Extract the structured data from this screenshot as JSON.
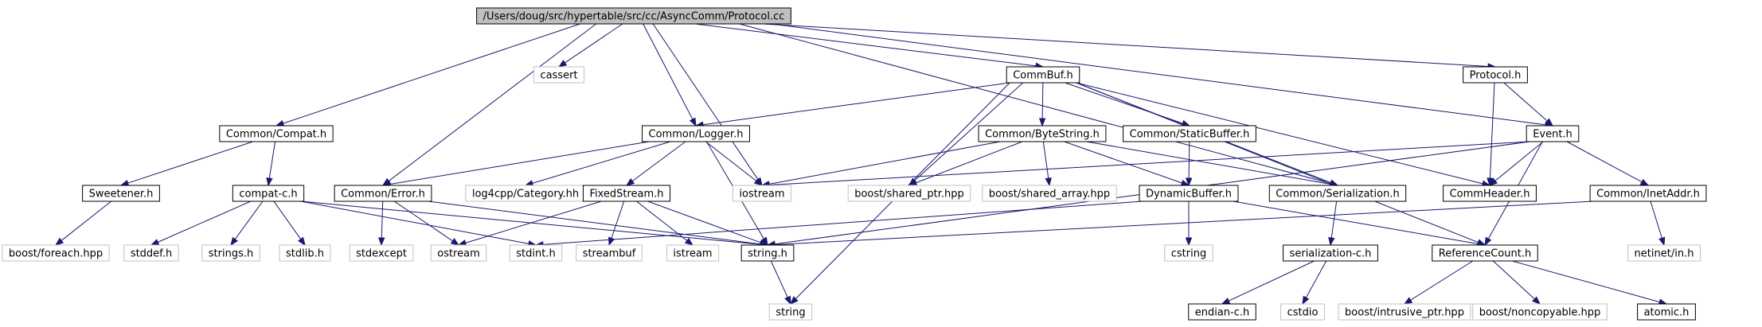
{
  "nodes": [
    {
      "id": "root",
      "label": "/Users/doug/src/hypertable/src/cc/AsyncComm/Protocol.cc",
      "kind": "root"
    },
    {
      "id": "cassert",
      "label": "cassert",
      "kind": "ext"
    },
    {
      "id": "commbuf",
      "label": "CommBuf.h",
      "kind": "doc"
    },
    {
      "id": "protocolh",
      "label": "Protocol.h",
      "kind": "doc"
    },
    {
      "id": "compat",
      "label": "Common/Compat.h",
      "kind": "doc"
    },
    {
      "id": "logger",
      "label": "Common/Logger.h",
      "kind": "doc"
    },
    {
      "id": "bytestring",
      "label": "Common/ByteString.h",
      "kind": "doc"
    },
    {
      "id": "staticbuffer",
      "label": "Common/StaticBuffer.h",
      "kind": "doc"
    },
    {
      "id": "event",
      "label": "Event.h",
      "kind": "doc"
    },
    {
      "id": "sweetener",
      "label": "Sweetener.h",
      "kind": "doc"
    },
    {
      "id": "compatc",
      "label": "compat-c.h",
      "kind": "doc"
    },
    {
      "id": "error",
      "label": "Common/Error.h",
      "kind": "doc"
    },
    {
      "id": "log4cpp",
      "label": "log4cpp/Category.hh",
      "kind": "ext"
    },
    {
      "id": "fixedstream",
      "label": "FixedStream.h",
      "kind": "doc"
    },
    {
      "id": "iostream",
      "label": "iostream",
      "kind": "ext"
    },
    {
      "id": "sharedptr",
      "label": "boost/shared_ptr.hpp",
      "kind": "ext"
    },
    {
      "id": "sharedarray",
      "label": "boost/shared_array.hpp",
      "kind": "ext"
    },
    {
      "id": "dynbuffer",
      "label": "DynamicBuffer.h",
      "kind": "doc"
    },
    {
      "id": "serialization",
      "label": "Common/Serialization.h",
      "kind": "doc"
    },
    {
      "id": "commheader",
      "label": "CommHeader.h",
      "kind": "doc"
    },
    {
      "id": "inetaddr",
      "label": "Common/InetAddr.h",
      "kind": "doc"
    },
    {
      "id": "foreach",
      "label": "boost/foreach.hpp",
      "kind": "ext"
    },
    {
      "id": "stddef",
      "label": "stddef.h",
      "kind": "ext"
    },
    {
      "id": "stringsh",
      "label": "strings.h",
      "kind": "ext"
    },
    {
      "id": "stdlib",
      "label": "stdlib.h",
      "kind": "ext"
    },
    {
      "id": "stdexcept",
      "label": "stdexcept",
      "kind": "ext"
    },
    {
      "id": "ostream",
      "label": "ostream",
      "kind": "ext"
    },
    {
      "id": "stdint",
      "label": "stdint.h",
      "kind": "ext"
    },
    {
      "id": "streambuf",
      "label": "streambuf",
      "kind": "ext"
    },
    {
      "id": "istream",
      "label": "istream",
      "kind": "ext"
    },
    {
      "id": "stringh",
      "label": "string.h",
      "kind": "doc"
    },
    {
      "id": "cstring",
      "label": "cstring",
      "kind": "ext"
    },
    {
      "id": "serializationc",
      "label": "serialization-c.h",
      "kind": "doc"
    },
    {
      "id": "refcount",
      "label": "ReferenceCount.h",
      "kind": "doc"
    },
    {
      "id": "netinet",
      "label": "netinet/in.h",
      "kind": "ext"
    },
    {
      "id": "string",
      "label": "string",
      "kind": "ext"
    },
    {
      "id": "endianc",
      "label": "endian-c.h",
      "kind": "doc"
    },
    {
      "id": "cstdio",
      "label": "cstdio",
      "kind": "ext"
    },
    {
      "id": "intrusive",
      "label": "boost/intrusive_ptr.hpp",
      "kind": "ext"
    },
    {
      "id": "noncopyable",
      "label": "boost/noncopyable.hpp",
      "kind": "ext"
    },
    {
      "id": "atomic",
      "label": "atomic.h",
      "kind": "doc"
    }
  ],
  "edges": [
    [
      "root",
      "cassert"
    ],
    [
      "root",
      "commbuf"
    ],
    [
      "root",
      "protocolh"
    ],
    [
      "root",
      "compat"
    ],
    [
      "root",
      "logger"
    ],
    [
      "root",
      "error"
    ],
    [
      "root",
      "iostream"
    ],
    [
      "root",
      "serialization"
    ],
    [
      "root",
      "event"
    ],
    [
      "commbuf",
      "logger"
    ],
    [
      "commbuf",
      "bytestring"
    ],
    [
      "commbuf",
      "staticbuffer"
    ],
    [
      "commbuf",
      "sharedptr"
    ],
    [
      "commbuf",
      "serialization"
    ],
    [
      "commbuf",
      "commheader"
    ],
    [
      "commbuf",
      "refcount"
    ],
    [
      "commbuf",
      "string"
    ],
    [
      "protocolh",
      "event"
    ],
    [
      "protocolh",
      "commheader"
    ],
    [
      "compat",
      "sweetener"
    ],
    [
      "compat",
      "compatc"
    ],
    [
      "logger",
      "error"
    ],
    [
      "logger",
      "log4cpp"
    ],
    [
      "logger",
      "fixedstream"
    ],
    [
      "logger",
      "iostream"
    ],
    [
      "logger",
      "stringh"
    ],
    [
      "bytestring",
      "iostream"
    ],
    [
      "bytestring",
      "sharedptr"
    ],
    [
      "bytestring",
      "sharedarray"
    ],
    [
      "bytestring",
      "dynbuffer"
    ],
    [
      "bytestring",
      "serialization"
    ],
    [
      "staticbuffer",
      "dynbuffer"
    ],
    [
      "event",
      "iostream"
    ],
    [
      "event",
      "commheader"
    ],
    [
      "event",
      "inetaddr"
    ],
    [
      "event",
      "stringh"
    ],
    [
      "event",
      "refcount"
    ],
    [
      "sweetener",
      "foreach"
    ],
    [
      "compatc",
      "stddef"
    ],
    [
      "compatc",
      "stringsh"
    ],
    [
      "compatc",
      "stdlib"
    ],
    [
      "compatc",
      "stdint"
    ],
    [
      "compatc",
      "stringh"
    ],
    [
      "error",
      "stdexcept"
    ],
    [
      "error",
      "ostream"
    ],
    [
      "error",
      "stringh"
    ],
    [
      "fixedstream",
      "ostream"
    ],
    [
      "fixedstream",
      "streambuf"
    ],
    [
      "fixedstream",
      "istream"
    ],
    [
      "fixedstream",
      "stringh"
    ],
    [
      "dynbuffer",
      "stdint"
    ],
    [
      "dynbuffer",
      "cstring"
    ],
    [
      "dynbuffer",
      "refcount"
    ],
    [
      "serialization",
      "serializationc"
    ],
    [
      "inetaddr",
      "stringh"
    ],
    [
      "inetaddr",
      "netinet"
    ],
    [
      "stringh",
      "string"
    ],
    [
      "serializationc",
      "endianc"
    ],
    [
      "serializationc",
      "cstdio"
    ],
    [
      "refcount",
      "intrusive"
    ],
    [
      "refcount",
      "noncopyable"
    ],
    [
      "refcount",
      "atomic"
    ]
  ]
}
